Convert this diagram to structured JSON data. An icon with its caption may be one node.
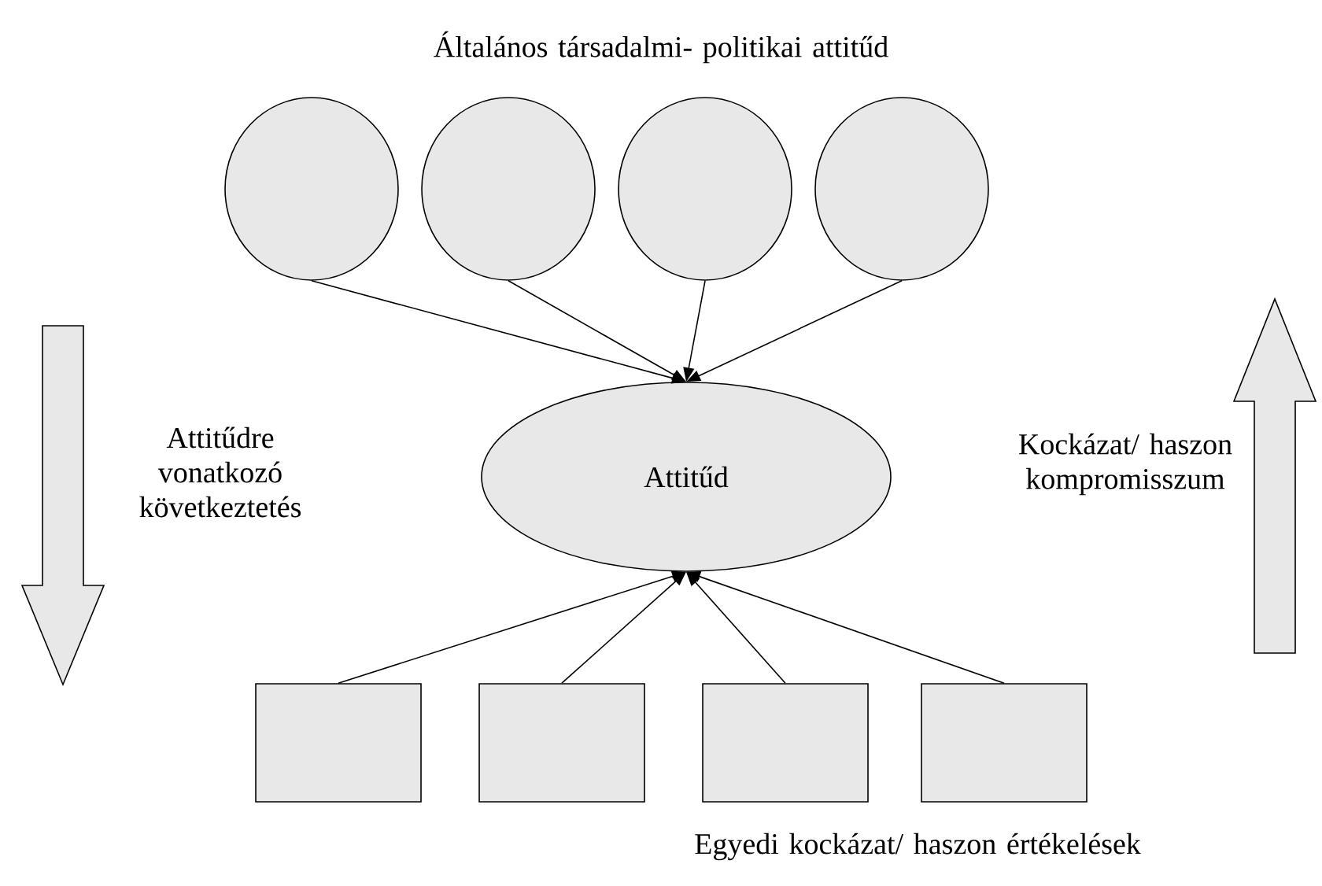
{
  "diagram": {
    "nodes": [
      {
        "text": [],
        "shape": "ellipse"
      },
      {
        "text": [],
        "shape": "ellipse"
      },
      {
        "text": [],
        "shape": "ellipse"
      },
      {
        "text": [],
        "shape": "ellipse"
      },
      {
        "text": [
          "Attitűd"
        ]
      },
      {
        "text": [],
        "shape": "box"
      },
      {
        "text": [],
        "shape": "box"
      },
      {
        "text": [],
        "shape": "box"
      },
      {
        "text": [],
        "shape": "box"
      }
    ],
    "edges": [
      {
        "from": 0,
        "to": 4,
        "arrow": "to"
      },
      {
        "from": 1,
        "to": 4,
        "arrow": "to"
      },
      {
        "from": 2,
        "to": 4,
        "arrow": "to"
      },
      {
        "from": 3,
        "to": 4,
        "arrow": "to"
      },
      {
        "from": 5,
        "to": 4,
        "arrow": "to"
      },
      {
        "from": 6,
        "to": 4,
        "arrow": "to"
      },
      {
        "from": 7,
        "to": 4,
        "arrow": "to"
      },
      {
        "from": 8,
        "to": 4,
        "arrow": "to"
      }
    ],
    "labels": [
      "Általános társadalmi- politikai attitűd",
      "Attitűdre vonatkozó következtetés",
      "Kockázat/ haszon kompromisszum",
      "Egyedi kockázat/ haszon értékelések"
    ]
  }
}
